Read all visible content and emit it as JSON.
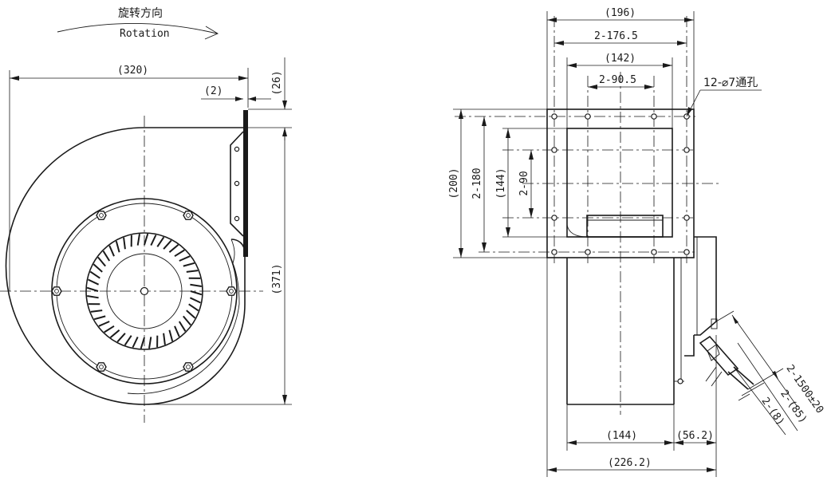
{
  "rotation": {
    "label_cn": "旋转方向",
    "label_en": "Rotation"
  },
  "side_view": {
    "dims": {
      "overall_width": "(320)",
      "flange_thickness": "(2)",
      "flange_offset": "(26)",
      "overall_height": "(371)"
    }
  },
  "front_view": {
    "dims": {
      "flange_width": "(196)",
      "hole_pitch_outer": "2-176.5",
      "outlet_width": "(142)",
      "hole_pitch_inner": "2-90.5",
      "mount_holes": "12-⌀7通孔",
      "flange_height": "(200)",
      "hole_pitch_v_outer": "2-180",
      "outlet_height": "(144)",
      "hole_pitch_v_inner": "2-90",
      "body_width": "(144)",
      "motor_depth": "(56.2)",
      "overall_depth": "(226.2)",
      "lead_length": "2-1500±20",
      "lead_strip_a": "2-(85)",
      "lead_strip_b": "2-(8)"
    }
  }
}
